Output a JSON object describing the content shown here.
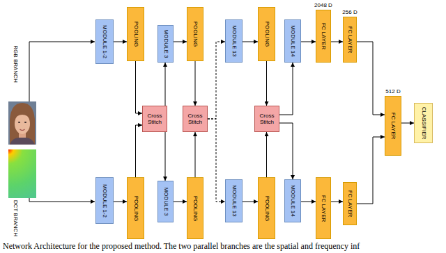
{
  "diagram": {
    "caption": "Network Architecture for the proposed method. The two parallel branches are the spatial and frequency inf",
    "nodes": [
      {
        "text": [
          "MODULE 1-2"
        ]
      },
      {
        "text": [
          "POOLING"
        ]
      },
      {
        "text": [
          "MODULE 3"
        ]
      },
      {
        "text": [
          "POOLING"
        ]
      },
      {
        "text": [
          "MODULE 13"
        ]
      },
      {
        "text": [
          "POOLING"
        ]
      },
      {
        "text": [
          "MODULE 14"
        ]
      },
      {
        "text": [
          "FC LAYER"
        ]
      },
      {
        "text": [
          "FC LAYER"
        ]
      },
      {
        "text": [
          "Cross Stitch"
        ]
      },
      {
        "text": [
          "Cross Stitch"
        ]
      },
      {
        "text": [
          "Cross Stitch"
        ]
      },
      {
        "text": [
          "MODULE 1-2"
        ]
      },
      {
        "text": [
          "POOLING"
        ]
      },
      {
        "text": [
          "MODULE 3"
        ]
      },
      {
        "text": [
          "POOLING"
        ]
      },
      {
        "text": [
          "MODULE 13"
        ]
      },
      {
        "text": [
          "POOLING"
        ]
      },
      {
        "text": [
          "MODULE 14"
        ]
      },
      {
        "text": [
          "FC LAYER"
        ]
      },
      {
        "text": [
          "FC LAYER"
        ]
      },
      {
        "text": [
          "FC LAYER"
        ]
      },
      {
        "text": [
          "CLASSIFIER"
        ]
      }
    ],
    "edges": [
      {
        "from": 0,
        "to": 1,
        "arrow": "to"
      },
      {
        "from": 1,
        "to": 9,
        "arrow": "to"
      },
      {
        "from": 9,
        "to": 2,
        "arrow": "to"
      },
      {
        "from": 12,
        "to": 13,
        "arrow": "to"
      },
      {
        "from": 13,
        "to": 9,
        "arrow": "to"
      },
      {
        "from": 9,
        "to": 14,
        "arrow": "to"
      },
      {
        "from": 2,
        "to": 3,
        "arrow": "to"
      },
      {
        "from": 3,
        "to": 10,
        "arrow": "to"
      },
      {
        "from": 14,
        "to": 15,
        "arrow": "to"
      },
      {
        "from": 15,
        "to": 10,
        "arrow": "to"
      },
      {
        "from": 10,
        "to": 4,
        "arrow": "to"
      },
      {
        "from": 10,
        "to": 16,
        "arrow": "to"
      },
      {
        "from": 4,
        "to": 5,
        "arrow": "to"
      },
      {
        "from": 5,
        "to": 11,
        "arrow": "to"
      },
      {
        "from": 16,
        "to": 17,
        "arrow": "to"
      },
      {
        "from": 17,
        "to": 11,
        "arrow": "to"
      },
      {
        "from": 11,
        "to": 6,
        "arrow": "to"
      },
      {
        "from": 11,
        "to": 18,
        "arrow": "to"
      },
      {
        "from": 6,
        "to": 7,
        "arrow": "to"
      },
      {
        "from": 7,
        "to": 8,
        "arrow": "to"
      },
      {
        "from": 8,
        "to": 21,
        "arrow": "to"
      },
      {
        "from": 18,
        "to": 19,
        "arrow": "to"
      },
      {
        "from": 19,
        "to": 20,
        "arrow": "to"
      },
      {
        "from": 20,
        "to": 21,
        "arrow": "to"
      },
      {
        "from": 21,
        "to": 22,
        "arrow": "to"
      }
    ],
    "labels": [
      "RGB BRANCH",
      "DCT BRANCH",
      "2048 D",
      "256 D",
      "512 D"
    ]
  }
}
